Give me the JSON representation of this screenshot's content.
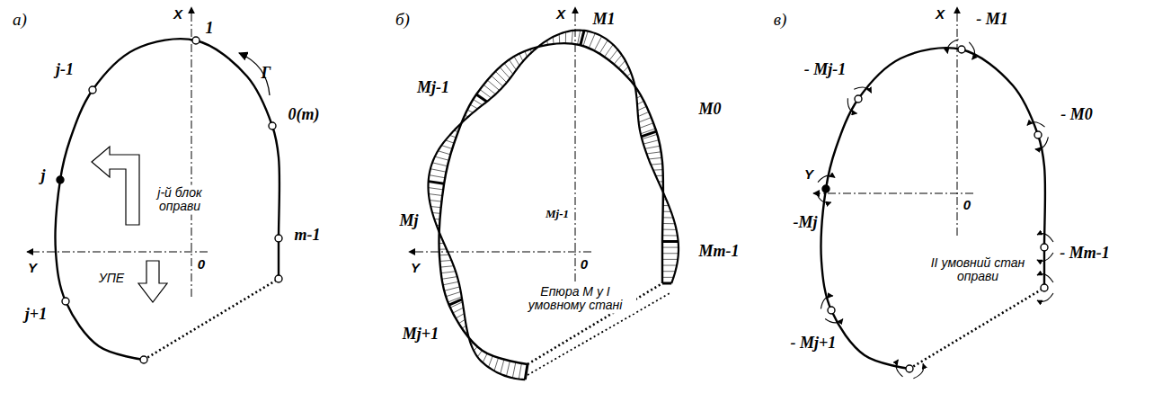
{
  "diagram": {
    "labels": [
      "а)",
      "X",
      "1",
      "Г",
      "j-1",
      "0(m)",
      "j",
      "Y",
      "0",
      "j-й блок оправи",
      "m-1",
      "УПЕ",
      "j+1",
      "б)",
      "X",
      "M1",
      "Mj-1",
      "M0",
      "Mj",
      "Mj-1",
      "Y",
      "0",
      "Епюра M у I умовному стані",
      "Mm-1",
      "Mj+1",
      "в)",
      "X",
      "- M1",
      "- Mj-1",
      "- M0",
      "-Mj",
      "Y",
      "0",
      "II умовний стан оправи",
      "- Mm-1",
      "- Mj+1"
    ]
  }
}
